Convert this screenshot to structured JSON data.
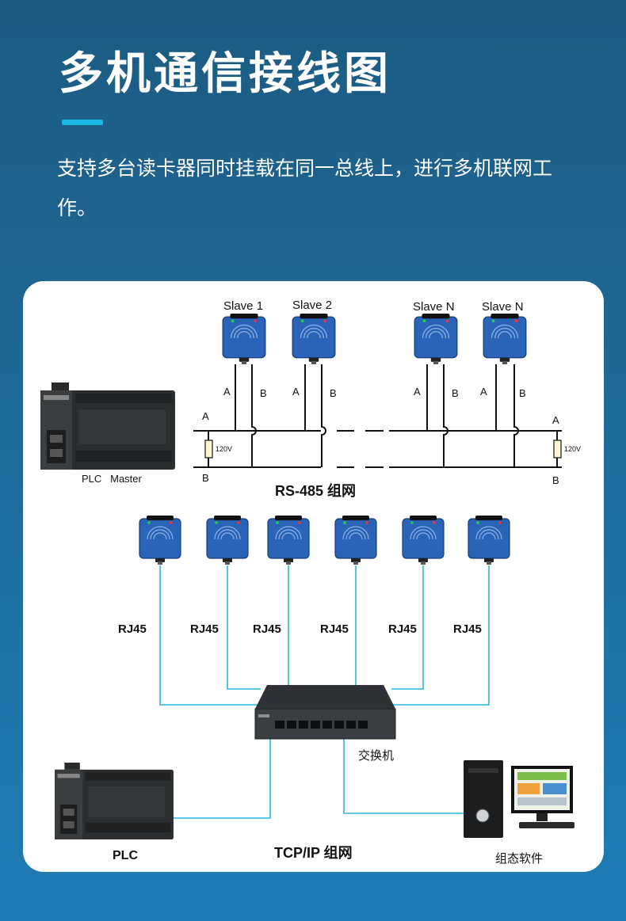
{
  "header": {
    "title": "多机通信接线图",
    "description": "支持多台读卡器同时挂载在同一总线上，进行多机联网工作。"
  },
  "rs485": {
    "slaves": [
      "Slave 1",
      "Slave 2",
      "Slave N",
      "Slave N"
    ],
    "line_a": "A",
    "line_b": "B",
    "resistor": "120V",
    "master_label": "PLC   Master",
    "network_label": "RS-485 组网"
  },
  "tcpip": {
    "port_labels": [
      "RJ45",
      "RJ45",
      "RJ45",
      "RJ45",
      "RJ45",
      "RJ45"
    ],
    "switch_label": "交换机",
    "plc_label": "PLC",
    "network_label": "TCP/IP 组网",
    "software_label": "组态软件"
  },
  "colors": {
    "background_top": "#1c5b82",
    "background_bottom": "#1f7cb6",
    "accent": "#19b7e6",
    "reader_blue": "#2a64b8",
    "cable": "#29b6e0",
    "bus": "#111111"
  }
}
